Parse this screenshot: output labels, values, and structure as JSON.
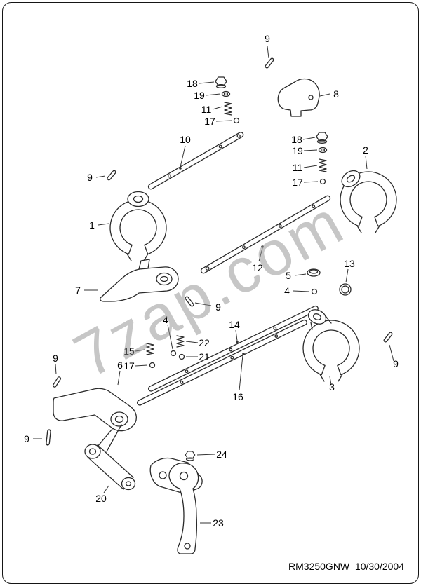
{
  "watermark": {
    "text": "7zap.com"
  },
  "footer": {
    "text": "RM3250GNW  10/30/2004"
  },
  "callouts": [
    {
      "text": "9"
    },
    {
      "text": "18"
    },
    {
      "text": "19"
    },
    {
      "text": "11"
    },
    {
      "text": "17"
    },
    {
      "text": "8"
    },
    {
      "text": "10"
    },
    {
      "text": "18"
    },
    {
      "text": "19"
    },
    {
      "text": "11"
    },
    {
      "text": "17"
    },
    {
      "text": "2"
    },
    {
      "text": "9"
    },
    {
      "text": "1"
    },
    {
      "text": "12"
    },
    {
      "text": "5"
    },
    {
      "text": "13"
    },
    {
      "text": "4"
    },
    {
      "text": "7"
    },
    {
      "text": "9"
    },
    {
      "text": "4"
    },
    {
      "text": "14"
    },
    {
      "text": "22"
    },
    {
      "text": "15"
    },
    {
      "text": "21"
    },
    {
      "text": "17"
    },
    {
      "text": "3"
    },
    {
      "text": "9"
    },
    {
      "text": "6"
    },
    {
      "text": "9"
    },
    {
      "text": "16"
    },
    {
      "text": "9"
    },
    {
      "text": "24"
    },
    {
      "text": "20"
    },
    {
      "text": "23"
    }
  ]
}
